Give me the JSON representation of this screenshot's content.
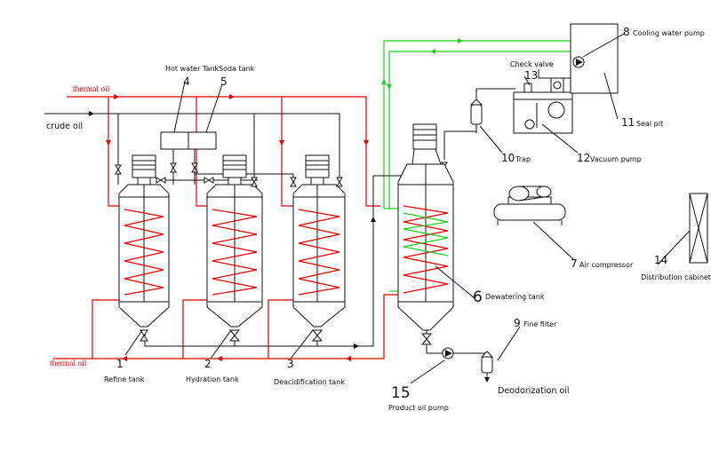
{
  "labels": {
    "thermal_oil_top": "thermal oil",
    "thermal_oil_bottom": "thermal oil",
    "crude_oil": "crude oil",
    "hot_water_tank": "Hot water Tank",
    "soda_tank": "Soda tank",
    "check_valve": "Check valve",
    "cooling_water_pump": "Cooling water pump",
    "seal_pit": "Seal pit",
    "trap": "Trap",
    "vacuum_pump": "Vacuum pump",
    "air_compressor": "Air compressor",
    "distribution_cabinet": "Distribution cabinet",
    "dewatering_tank": "Dewatering tank",
    "fine_filter": "Fine filter",
    "product_oil_pump": "Product oil pump",
    "deodorization_oil": "Deodorization oil",
    "refine_tank": "Refine tank",
    "hydration_tank": "Hydration tank",
    "deacidification_tank": "Deacidification tank"
  },
  "numbers": {
    "n1": "1",
    "n2": "2",
    "n3": "3",
    "n4": "4",
    "n5": "5",
    "n6": "6",
    "n7": "7",
    "n8": "8",
    "n9": "9",
    "n10": "10",
    "n11": "11",
    "n12": "12",
    "n13": "13",
    "n14": "14",
    "n15": "15"
  },
  "colors": {
    "thermal_oil_line": "#e00000",
    "cooling_water_line": "#22cc22",
    "process_line": "#111111"
  }
}
